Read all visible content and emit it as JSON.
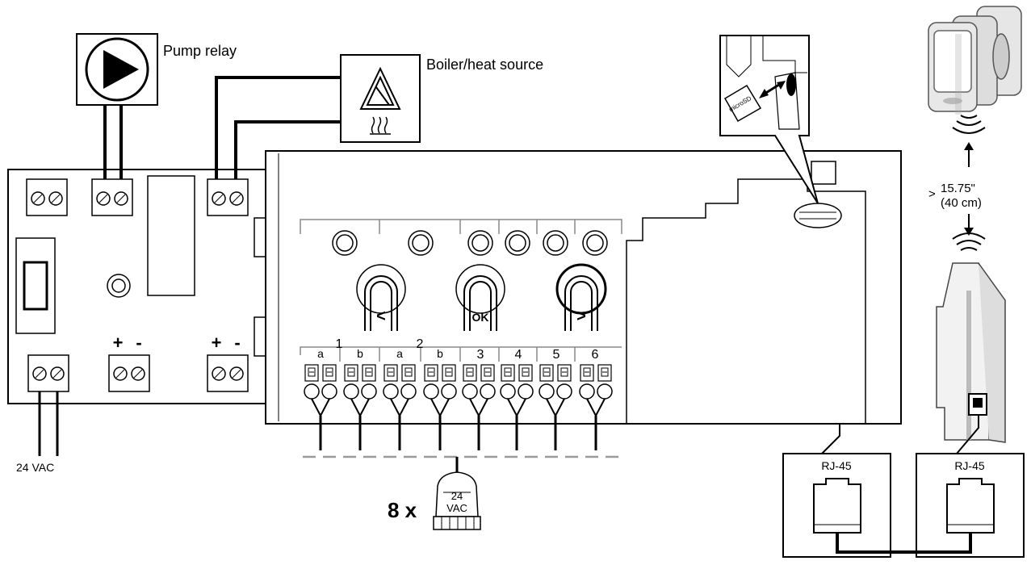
{
  "labels": {
    "pump_relay": "Pump relay",
    "boiler": "Boiler/heat source",
    "supply_voltage": "24 VAC",
    "multiplier": "8 x",
    "actuator_top": "24",
    "actuator_bottom": "VAC",
    "distance_prefix": ">",
    "distance_in": "15.75\"",
    "distance_cm": "(40 cm)",
    "rj45_left": "RJ-45",
    "rj45_right": "RJ-45",
    "sd_card": "microSD",
    "plus": "+",
    "minus": "-"
  },
  "buttons": {
    "left": "<",
    "ok": "OK",
    "right": ">"
  },
  "channels": [
    "1",
    "2",
    "3",
    "4",
    "5",
    "6"
  ],
  "channel_subs": [
    "a",
    "b",
    "a",
    "b"
  ]
}
